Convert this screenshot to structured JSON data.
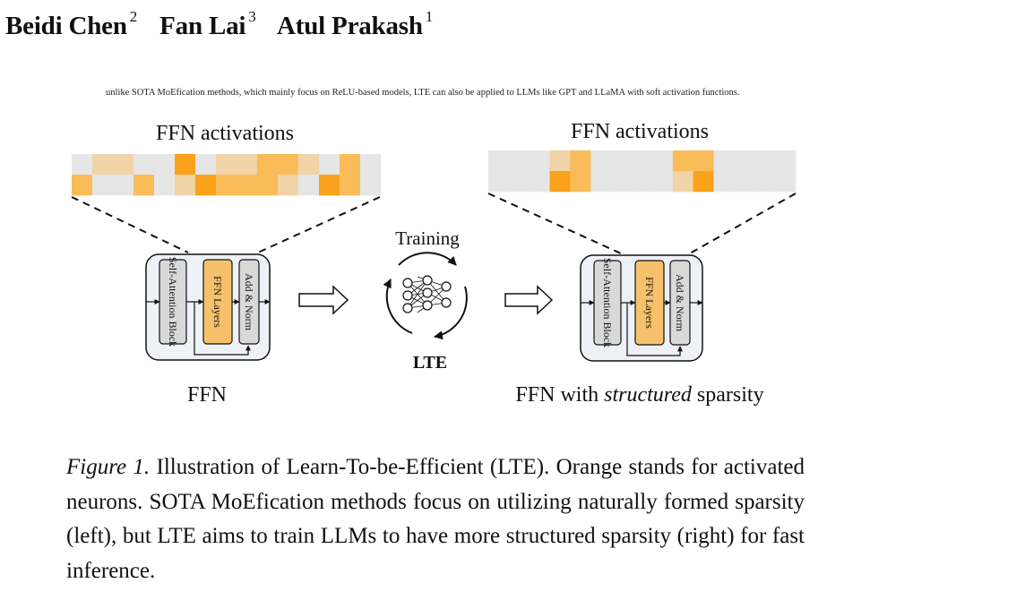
{
  "authors": [
    {
      "name": "Beidi Chen",
      "affiliation": "2"
    },
    {
      "name": "Fan Lai",
      "affiliation": "3"
    },
    {
      "name": "Atul Prakash",
      "affiliation": "1"
    }
  ],
  "note": "unlike SOTA MoEfication methods, which mainly focus on ReLU-based models, LTE can also be applied to LLMs like GPT and LLaMA with soft activation functions.",
  "figure": {
    "left": {
      "title": "FFN activations",
      "blocks": [
        "Self-Attention Block",
        "FFN Layers",
        "Add & Norm"
      ],
      "label": "FFN"
    },
    "middle": {
      "training_label": "Training",
      "lte_label": "LTE"
    },
    "right": {
      "title": "FFN activations",
      "blocks": [
        "Self-Attention Block",
        "FFN Layers",
        "Add & Norm"
      ],
      "label_prefix": "FFN with ",
      "label_emph": "structured",
      "label_suffix": " sparsity"
    },
    "colors": {
      "orange": "#FAA21B",
      "mid_orange": "#F9BC58",
      "light_orange": "#F0D3A6",
      "gray_cell": "#E6E6E6",
      "block_gray": "#D9D9D9",
      "ffn_orange": "#F5C26B"
    },
    "left_activations": [
      [
        0,
        2,
        2,
        0,
        0,
        4,
        0,
        2,
        2,
        3,
        3,
        2,
        0,
        3,
        0
      ],
      [
        3,
        0,
        0,
        3,
        0,
        2,
        4,
        3,
        3,
        3,
        2,
        0,
        4,
        3,
        0
      ]
    ],
    "right_activations": [
      [
        0,
        0,
        0,
        2,
        3,
        0,
        0,
        0,
        0,
        3,
        3,
        0,
        0,
        0,
        0
      ],
      [
        0,
        0,
        0,
        4,
        3,
        0,
        0,
        0,
        0,
        2,
        4,
        0,
        0,
        0,
        0
      ]
    ]
  },
  "caption": {
    "label": "Figure 1.",
    "text": " Illustration of Learn-To-be-Efficient (LTE). Orange stands for activated neurons. SOTA MoEfication methods focus on utilizing naturally formed sparsity (left), but LTE aims to train LLMs to have more structured sparsity (right) for fast inference."
  }
}
